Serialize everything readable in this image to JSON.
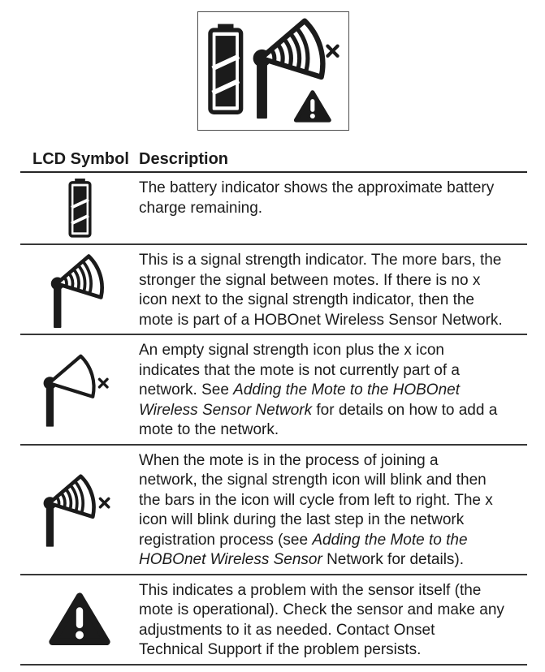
{
  "figure": {
    "description_of_content": "LCD example showing battery level, signal strength icon with x, and sensor warning triangle",
    "icons": [
      "battery-icon",
      "signal-strength-icon",
      "x-icon",
      "sensor-warning-icon"
    ]
  },
  "table": {
    "headers": [
      "LCD Symbol",
      "Description"
    ],
    "rows": [
      {
        "icon": "battery",
        "name": "battery-icon",
        "segments": [
          {
            "text": "The battery indicator shows the approximate battery\ncharge remaining.",
            "italic": false
          }
        ]
      },
      {
        "icon": "signal-full",
        "name": "signal-strength-icon",
        "segments": [
          {
            "text": "This is a signal strength indicator. The more bars, the\nstronger the signal between motes. If there is no x\nicon next to the signal strength indicator, then the\nmote is part of a HOBOnet Wireless Sensor Network.",
            "italic": false
          }
        ]
      },
      {
        "icon": "signal-empty-x",
        "name": "signal-strength-empty-x-icon",
        "segments": [
          {
            "text": "An empty signal strength icon plus the x icon\nindicates that the mote is not currently part of a\nnetwork. See ",
            "italic": false
          },
          {
            "text": "Adding the Mote to the HOBOnet\nWireless Sensor Network",
            "italic": true
          },
          {
            "text": " for details on how to add a\nmote to the network.",
            "italic": false
          }
        ]
      },
      {
        "icon": "signal-full-x",
        "name": "signal-strength-joining-x-icon",
        "segments": [
          {
            "text": "When the mote is in the process of joining a\nnetwork, the signal strength icon will blink and then\nthe bars in the icon will cycle from left to right. The x\nicon will blink during the last step in the network\nregistration process (see ",
            "italic": false
          },
          {
            "text": "Adding the Mote to the\nHOBOnet Wireless Sensor",
            "italic": true
          },
          {
            "text": " Network for details).",
            "italic": false
          }
        ]
      },
      {
        "icon": "sensor-warning",
        "name": "sensor-warning-icon",
        "segments": [
          {
            "text": "This indicates a problem with the sensor itself (the\nmote is operational). Check the sensor and make any\nadjustments to it as needed. Contact Onset\nTechnical Support if the problem persists.",
            "italic": false
          }
        ]
      }
    ]
  },
  "colors": {
    "ink": "#1b1b1b",
    "header_rule": "#262626",
    "row_rule": "#383838",
    "figure_border": "#4d4d4d",
    "background": "#ffffff"
  }
}
